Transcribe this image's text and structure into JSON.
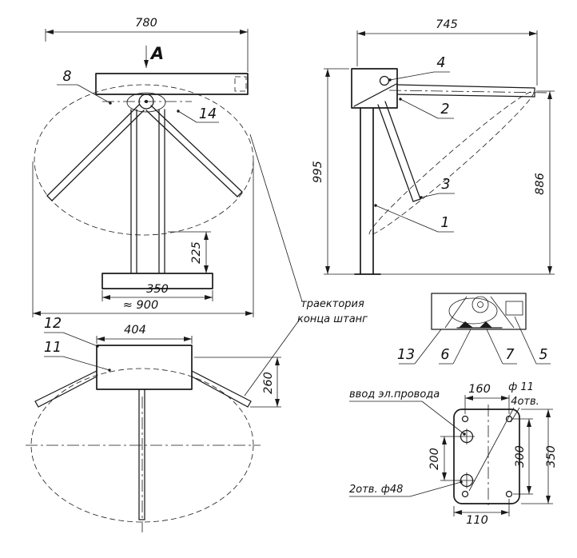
{
  "drawing": {
    "front_view": {
      "dim_width_top": "780",
      "section_label": "A",
      "callout_8": "8",
      "callout_14": "14",
      "dim_pedestal_height": "225",
      "dim_base_width": "350",
      "dim_overall_width": "≈ 900"
    },
    "side_view": {
      "dim_arm_reach": "745",
      "dim_total_height": "995",
      "dim_arm_height": "886",
      "callout_4": "4",
      "callout_2": "2",
      "callout_3": "3",
      "callout_1": "1"
    },
    "detail_view": {
      "callout_13": "13",
      "callout_6": "6",
      "callout_7": "7",
      "callout_5": "5"
    },
    "top_view": {
      "callout_12": "12",
      "callout_11": "11",
      "dim_housing_width": "404",
      "dim_housing_depth": "260"
    },
    "base_plate_view": {
      "note_cable_entry": "ввод эл.провода",
      "dim_hole_spacing_x": "160",
      "note_hole_dia": "ф 11",
      "note_hole_count": "4отв.",
      "dim_big_hole_spacing": "200",
      "dim_hole_spacing_y": "300",
      "dim_plate_length": "350",
      "dim_bottom": "110",
      "note_big_holes": "2отв. ф48"
    },
    "annotation_trajectory": {
      "line1": "траектория",
      "line2": "конца штанг"
    }
  }
}
